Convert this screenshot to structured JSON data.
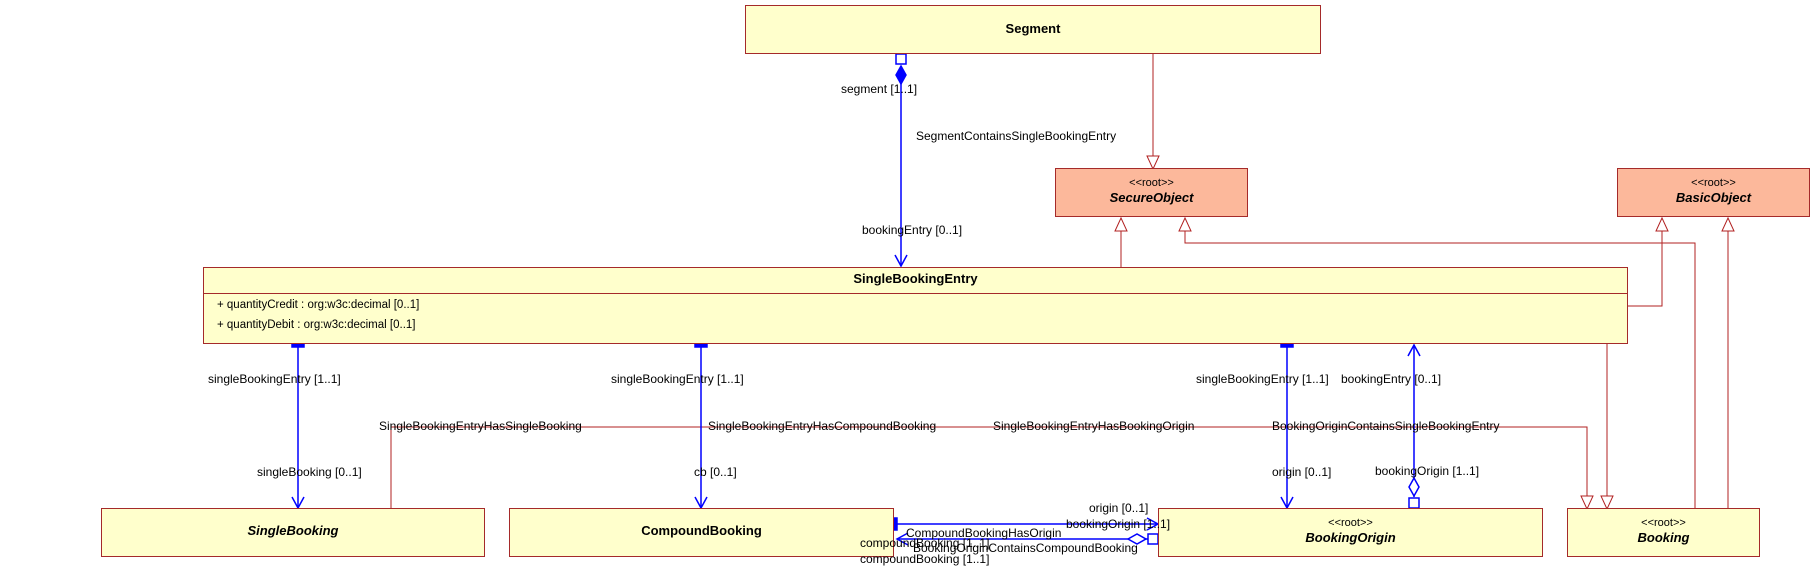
{
  "classes": {
    "segment": {
      "name": "Segment"
    },
    "secure_object": {
      "stereotype": "<<root>>",
      "name": "SecureObject"
    },
    "basic_object": {
      "stereotype": "<<root>>",
      "name": "BasicObject"
    },
    "single_booking_entry": {
      "name": "SingleBookingEntry",
      "attributes": [
        "+ quantityCredit : org:w3c:decimal [0..1]",
        "+ quantityDebit : org:w3c:decimal [0..1]"
      ]
    },
    "single_booking": {
      "name": "SingleBooking"
    },
    "compound_booking": {
      "name": "CompoundBooking"
    },
    "booking_origin": {
      "stereotype": "<<root>>",
      "name": "BookingOrigin"
    },
    "booking": {
      "stereotype": "<<root>>",
      "name": "Booking"
    }
  },
  "associations": {
    "segment_contains": {
      "name": "SegmentContainsSingleBookingEntry",
      "source_role": "segment [1..1]",
      "target_role": "bookingEntry [0..1]"
    },
    "has_single_booking": {
      "name": "SingleBookingEntryHasSingleBooking",
      "source_role": "singleBookingEntry [1..1]",
      "target_role": "singleBooking [0..1]"
    },
    "has_compound_booking": {
      "name": "SingleBookingEntryHasCompoundBooking",
      "source_role": "singleBookingEntry [1..1]",
      "target_role": "cb [0..1]"
    },
    "has_booking_origin": {
      "name": "SingleBookingEntryHasBookingOrigin",
      "source_role": "singleBookingEntry [1..1]",
      "target_role": "origin [0..1]"
    },
    "origin_contains_entry": {
      "name": "BookingOriginContainsSingleBookingEntry",
      "source_role": "bookingEntry [0..1]",
      "target_role": "bookingOrigin [1..1]"
    },
    "compound_has_origin": {
      "name": "CompoundBookingHasOrigin",
      "source_role": "compoundBooking [1..1]",
      "target_role": "origin [0..1]"
    },
    "origin_contains_compound": {
      "name": "BookingOriginContainsCompoundBooking",
      "source_role": "bookingOrigin [1..1]",
      "target_role": "compoundBooking [1..1]"
    }
  },
  "colors": {
    "class_border": "#a52a2a",
    "class_fill": "#ffffcc",
    "root_fill": "#fcb89b",
    "association": "#0000ff",
    "generalization": "#b22222"
  }
}
